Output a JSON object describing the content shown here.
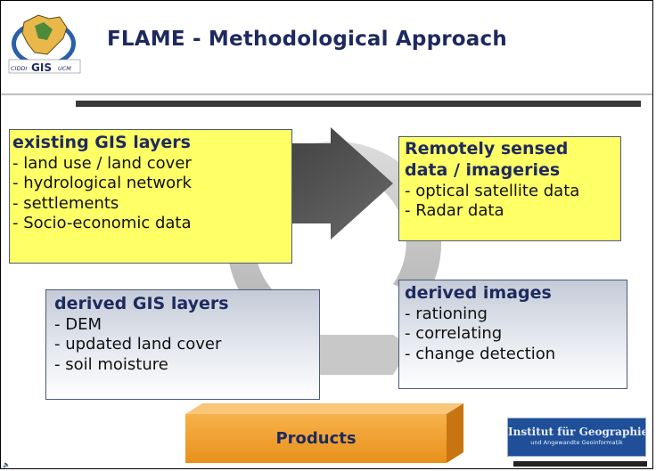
{
  "slide": {
    "title": "FLAME - Methodological Approach",
    "logo_text": "CIDDI GIS UCM",
    "colors": {
      "title": "#1e2a5e",
      "yellow_box": "#ffff66",
      "grey_box_top": "#c4cbd8",
      "arrow": "#555555",
      "products": "#f0a030",
      "rule": "#3a3a3a"
    }
  },
  "boxes": {
    "existing_gis": {
      "heading": "existing GIS layers",
      "items": [
        "- land use / land cover",
        "- hydrological network",
        "- settlements",
        "- Socio-economic data"
      ]
    },
    "remote_sensing": {
      "heading_line1": "Remotely sensed",
      "heading_line2": "data / imageries",
      "items": [
        "- optical satellite data",
        "- Radar data"
      ]
    },
    "derived_gis": {
      "heading": "derived GIS layers",
      "items": [
        "- DEM",
        "- updated land cover",
        "- soil moisture"
      ]
    },
    "derived_images": {
      "heading": "derived images",
      "items": [
        "- rationing",
        "- correlating",
        "- change detection"
      ]
    }
  },
  "products": {
    "label": "Products"
  },
  "institute_logo": {
    "line1": "Institut für Geographie",
    "line2": "und Angewandte Geoinformatik"
  }
}
